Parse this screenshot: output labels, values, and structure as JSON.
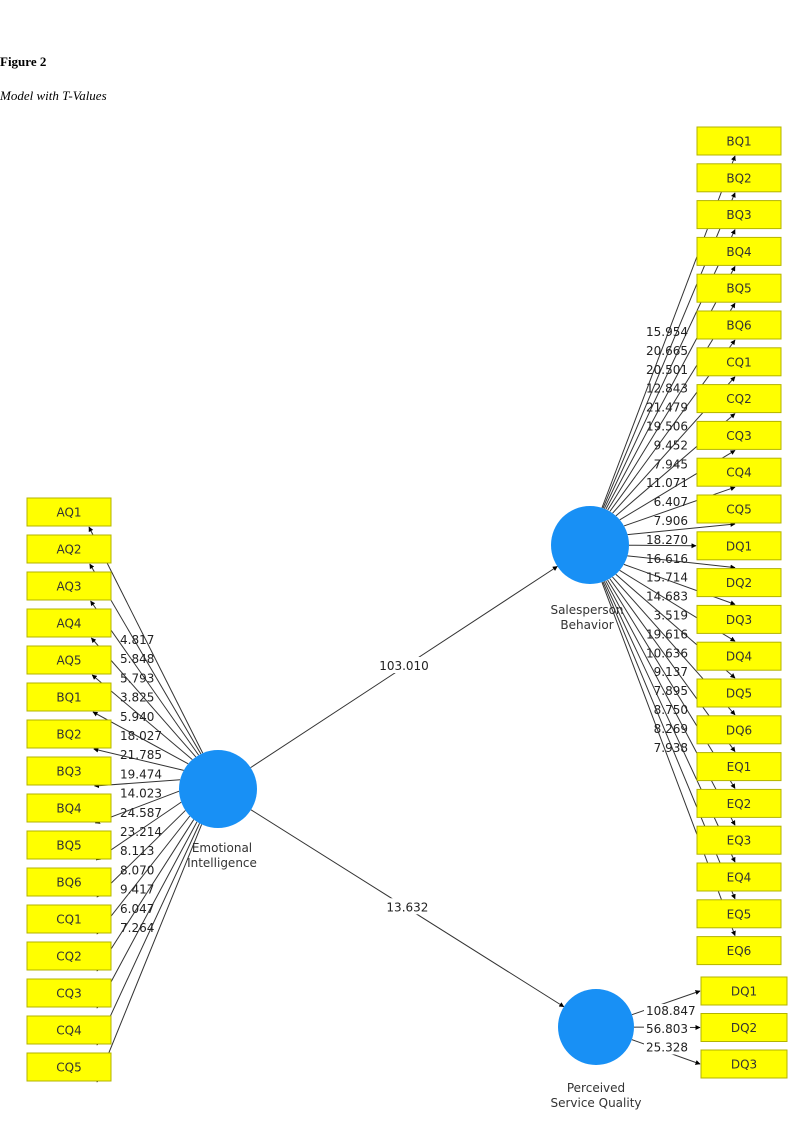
{
  "figure": {
    "title": "Figure 2",
    "subtitle": "Model with T-Values"
  },
  "colors": {
    "construct": "#1890f5",
    "indicator_fill": "#ffff00",
    "indicator_border": "#b3b300",
    "line": "#333333"
  },
  "constructs": {
    "ei": {
      "label_lines": [
        "Emotional",
        "Intelligence"
      ]
    },
    "sb": {
      "label_lines": [
        "Salesperson",
        "Behavior"
      ]
    },
    "psq": {
      "label_lines": [
        "Perceived",
        "Service Quality"
      ]
    }
  },
  "paths": [
    {
      "from": "ei",
      "to": "sb",
      "t_value": "103.010"
    },
    {
      "from": "ei",
      "to": "psq",
      "t_value": "13.632"
    }
  ],
  "ei_indicators": [
    {
      "name": "AQ1",
      "t": "4.817"
    },
    {
      "name": "AQ2",
      "t": "5.848"
    },
    {
      "name": "AQ3",
      "t": "5.793"
    },
    {
      "name": "AQ4",
      "t": "3.825"
    },
    {
      "name": "AQ5",
      "t": "5.940"
    },
    {
      "name": "BQ1",
      "t": "18.027"
    },
    {
      "name": "BQ2",
      "t": "21.785"
    },
    {
      "name": "BQ3",
      "t": "19.474"
    },
    {
      "name": "BQ4",
      "t": "14.023"
    },
    {
      "name": "BQ5",
      "t": "24.587"
    },
    {
      "name": "BQ6",
      "t": "23.214"
    },
    {
      "name": "CQ1",
      "t": "8.113"
    },
    {
      "name": "CQ2",
      "t": "8.070"
    },
    {
      "name": "CQ3",
      "t": "9.417"
    },
    {
      "name": "CQ4",
      "t": "6.047"
    },
    {
      "name": "CQ5",
      "t": "7.264"
    }
  ],
  "sb_indicators": [
    {
      "name": "BQ1",
      "t": "15.954"
    },
    {
      "name": "BQ2",
      "t": "20.665"
    },
    {
      "name": "BQ3",
      "t": "20.501"
    },
    {
      "name": "BQ4",
      "t": "12.843"
    },
    {
      "name": "BQ5",
      "t": "21.479"
    },
    {
      "name": "BQ6",
      "t": "19.506"
    },
    {
      "name": "CQ1",
      "t": "9.452"
    },
    {
      "name": "CQ2",
      "t": "7.945"
    },
    {
      "name": "CQ3",
      "t": "11.071"
    },
    {
      "name": "CQ4",
      "t": "6.407"
    },
    {
      "name": "CQ5",
      "t": "7.906"
    },
    {
      "name": "DQ1",
      "t": "18.270"
    },
    {
      "name": "DQ2",
      "t": "16.616"
    },
    {
      "name": "DQ3",
      "t": "15.714"
    },
    {
      "name": "DQ4",
      "t": "14.683"
    },
    {
      "name": "DQ5",
      "t": "3.519"
    },
    {
      "name": "DQ6",
      "t": "19.616"
    },
    {
      "name": "EQ1",
      "t": "10.636"
    },
    {
      "name": "EQ2",
      "t": "9.137"
    },
    {
      "name": "EQ3",
      "t": "7.895"
    },
    {
      "name": "EQ4",
      "t": "8.750"
    },
    {
      "name": "EQ5",
      "t": "8.269"
    },
    {
      "name": "EQ6",
      "t": "7.938"
    }
  ],
  "psq_indicators": [
    {
      "name": "DQ1",
      "t": "108.847"
    },
    {
      "name": "DQ2",
      "t": "56.803"
    },
    {
      "name": "DQ3",
      "t": "25.328"
    }
  ]
}
